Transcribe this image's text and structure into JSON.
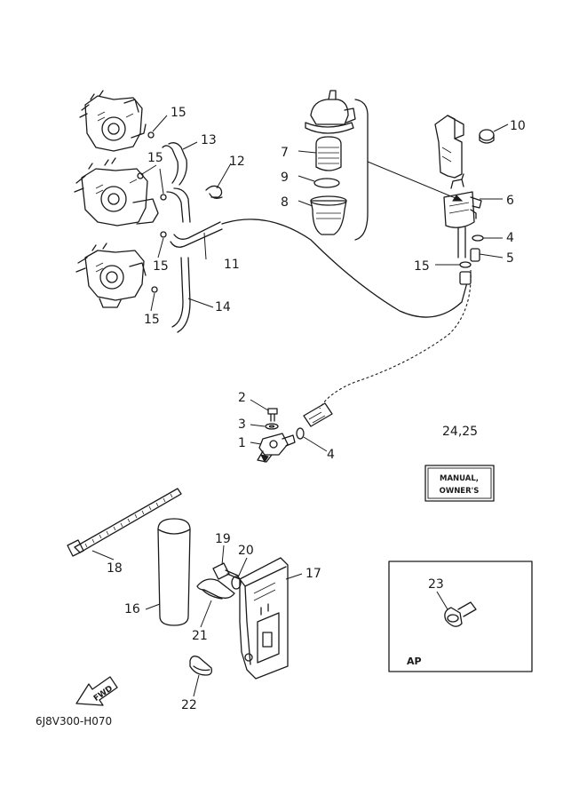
{
  "diagram_code": "6J8V300-H070",
  "manual_label": {
    "line1": "MANUAL,",
    "line2": "OWNER'S"
  },
  "inset_label": "AP",
  "fwd_label": "FWD",
  "callouts": {
    "c1": "1",
    "c2": "2",
    "c3": "3",
    "c4a": "4",
    "c4b": "4",
    "c5": "5",
    "c6": "6",
    "c7": "7",
    "c8": "8",
    "c9": "9",
    "c10": "10",
    "c11": "11",
    "c12": "12",
    "c13": "13",
    "c14": "14",
    "c15a": "15",
    "c15b": "15",
    "c15c": "15",
    "c15d": "15",
    "c15e": "15",
    "c16": "16",
    "c17": "17",
    "c18": "18",
    "c19": "19",
    "c20": "20",
    "c21": "21",
    "c22": "22",
    "c23": "23",
    "c2425": "24,25"
  }
}
